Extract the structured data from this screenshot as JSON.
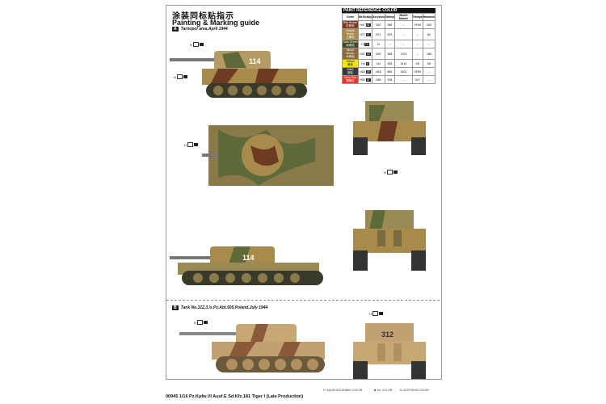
{
  "title_cn": "涂装同标贴指示",
  "title_en": "Painting & Marking guide",
  "section_a": {
    "letter": "A",
    "caption": "Tarnopol area,April 1944"
  },
  "section_b": {
    "letter": "B",
    "caption": "Tank No.312,3./s.Pz.Abt.505,Poland,July 1944"
  },
  "paint_table": {
    "title": "PAINT  REFERENCE COLOR",
    "headers": [
      "Color",
      "Mr.Hobby",
      "Acrysion",
      "Vallejo",
      "Model Master",
      "Tamiya",
      "Humbrol"
    ],
    "rows": [
      {
        "name": "Red Brown",
        "cn": "红棕色",
        "color": "#7a3a22",
        "h": "H47",
        "mr": "41",
        "n": "N47",
        "vallejo": "984",
        "mm": "–",
        "tamiya": "XF64",
        "humbrol": "160"
      },
      {
        "name": "Middle Stone",
        "cn": "土黄色",
        "color": "#a88a4a",
        "h": "H71",
        "mr": "21",
        "n": "N71",
        "vallejo": "821",
        "mm": "–",
        "tamiya": "–",
        "humbrol": "84"
      },
      {
        "name": "Dark Green",
        "cn": "深绿色",
        "color": "#3f4a2a",
        "h": "H",
        "mr": "70",
        "n": "N",
        "vallejo": "–",
        "mm": "–",
        "tamiya": "–",
        "humbrol": "–"
      },
      {
        "name": "Wood Brown",
        "cn": "木棕色",
        "color": "#8c6a3e",
        "h": "H37",
        "mr": "43",
        "n": "N37",
        "vallejo": "983",
        "mm": "1701",
        "tamiya": "–",
        "humbrol": "186"
      },
      {
        "name": "Yellow",
        "cn": "黄色",
        "color": "#f3e21a",
        "h": "H4",
        "mr": "4",
        "n": "N4",
        "vallejo": "953",
        "mm": "1514",
        "tamiya": "X8",
        "humbrol": "69"
      },
      {
        "name": "Steel",
        "cn": "钢色",
        "color": "#3a3a3a",
        "h": "H18",
        "mr": "28",
        "n": "N18",
        "vallejo": "864",
        "mm": "1402",
        "tamiya": "XF84",
        "humbrol": "–"
      },
      {
        "name": "Clear Red",
        "cn": "透明红",
        "color": "#e03a2a",
        "h": "H90",
        "mr": "47",
        "n": "N90",
        "vallejo": "934",
        "mm": "–",
        "tamiya": "X27",
        "humbrol": "–"
      }
    ]
  },
  "tank_numbers": {
    "a": "114",
    "b": "312"
  },
  "legend": {
    "h": "H: AQUEOUS HOBBY COLOR",
    "m": "■: Mr. COLOR",
    "n": "N: ACRYSION COLOR"
  },
  "footer": "00945 1/16 Pz.Kpfw.VI Ausf.E Sd.Kfz.181 Tiger I (Late Production)"
}
